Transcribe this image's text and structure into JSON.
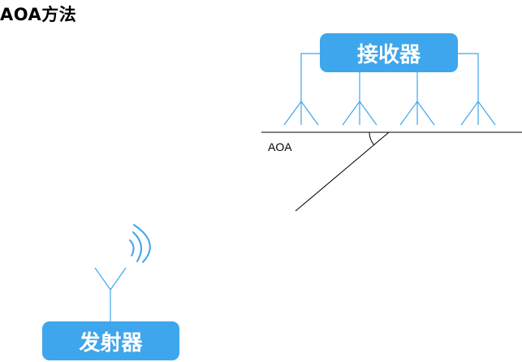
{
  "title": "AOA方法",
  "receiver": {
    "label": "接收器"
  },
  "transmitter": {
    "label": "发射器"
  },
  "angle_label": "AOA",
  "colors": {
    "accent": "#3ea6ec",
    "line": "#000000",
    "background": "#ffffff"
  },
  "icons": {
    "antenna": "antenna-icon",
    "signal": "wireless-signal-icon"
  },
  "receiver_antenna_count": 4
}
